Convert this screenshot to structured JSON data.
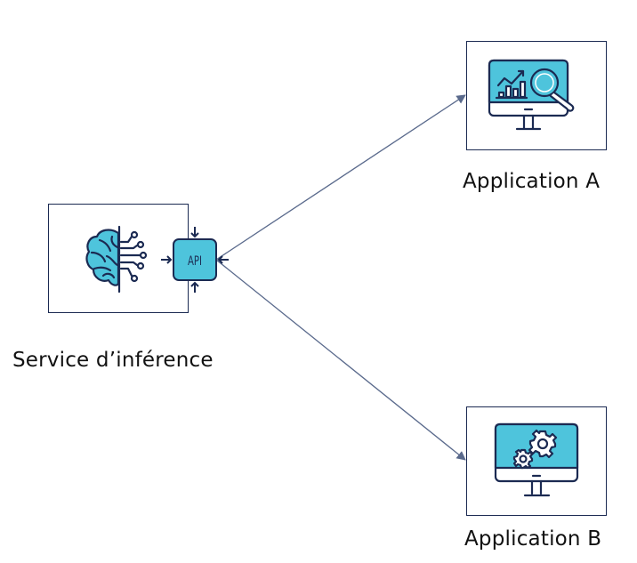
{
  "diagram": {
    "nodes": [
      {
        "id": "service",
        "label": "Service d’inférence",
        "icon": "brain-circuit-icon",
        "badge": "API"
      },
      {
        "id": "app-a",
        "label": "Application A",
        "icon": "monitor-analytics-icon"
      },
      {
        "id": "app-b",
        "label": "Application B",
        "icon": "monitor-gears-icon"
      }
    ],
    "edges": [
      {
        "from": "service",
        "to": "app-a",
        "arrow": "end"
      },
      {
        "from": "service",
        "to": "app-b",
        "arrow": "end"
      }
    ],
    "colors": {
      "outline": "#1b2a52",
      "fill": "#4ec4dc",
      "edge": "#5a6a8c",
      "text": "#111111"
    }
  }
}
